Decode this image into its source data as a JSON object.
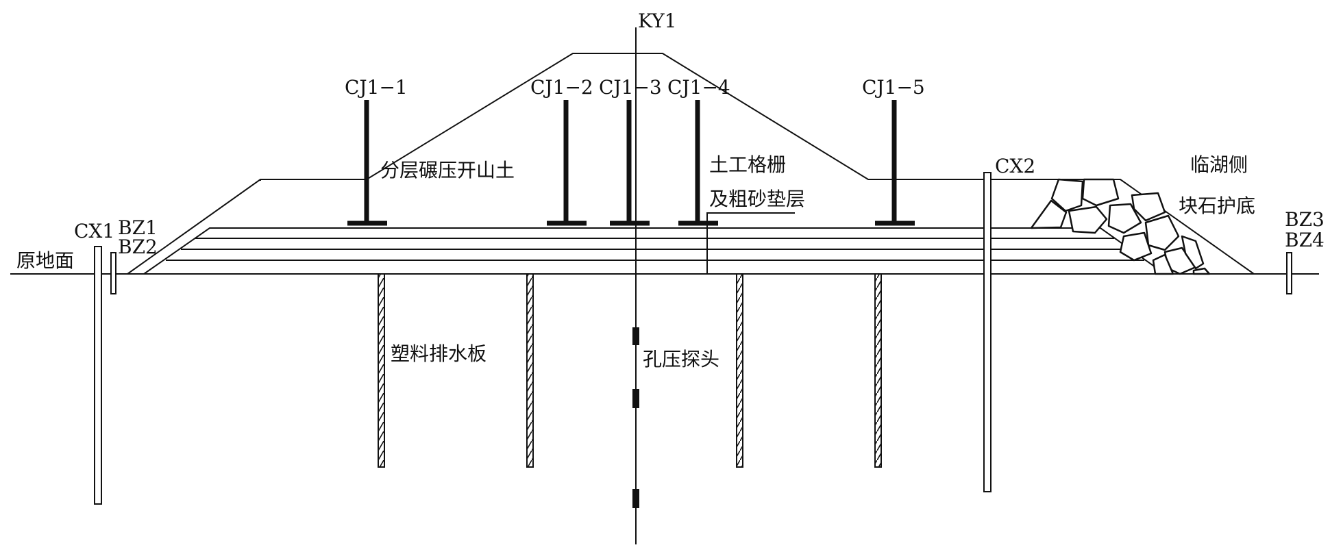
{
  "labels": {
    "ky1": "KY1",
    "cj1_1": "CJ1−1",
    "cj1_2": "CJ1−2",
    "cj1_3": "CJ1−3",
    "cj1_4": "CJ1−4",
    "cj1_5": "CJ1−5",
    "cx1": "CX1",
    "cx2": "CX2",
    "bz1": "BZ1",
    "bz2": "BZ2",
    "bz3": "BZ3",
    "bz4": "BZ4",
    "ground": "原地面",
    "fill": "分层碾压开山土",
    "geogrid_1": "土工格栅",
    "geogrid_2": "及粗砂垫层",
    "lake_side": "临湖侧",
    "riprap": "块石护底",
    "drain_board": "塑料排水板",
    "piezometer": "孔压探头"
  },
  "colors": {
    "line": "#111111",
    "background": "#ffffff"
  }
}
